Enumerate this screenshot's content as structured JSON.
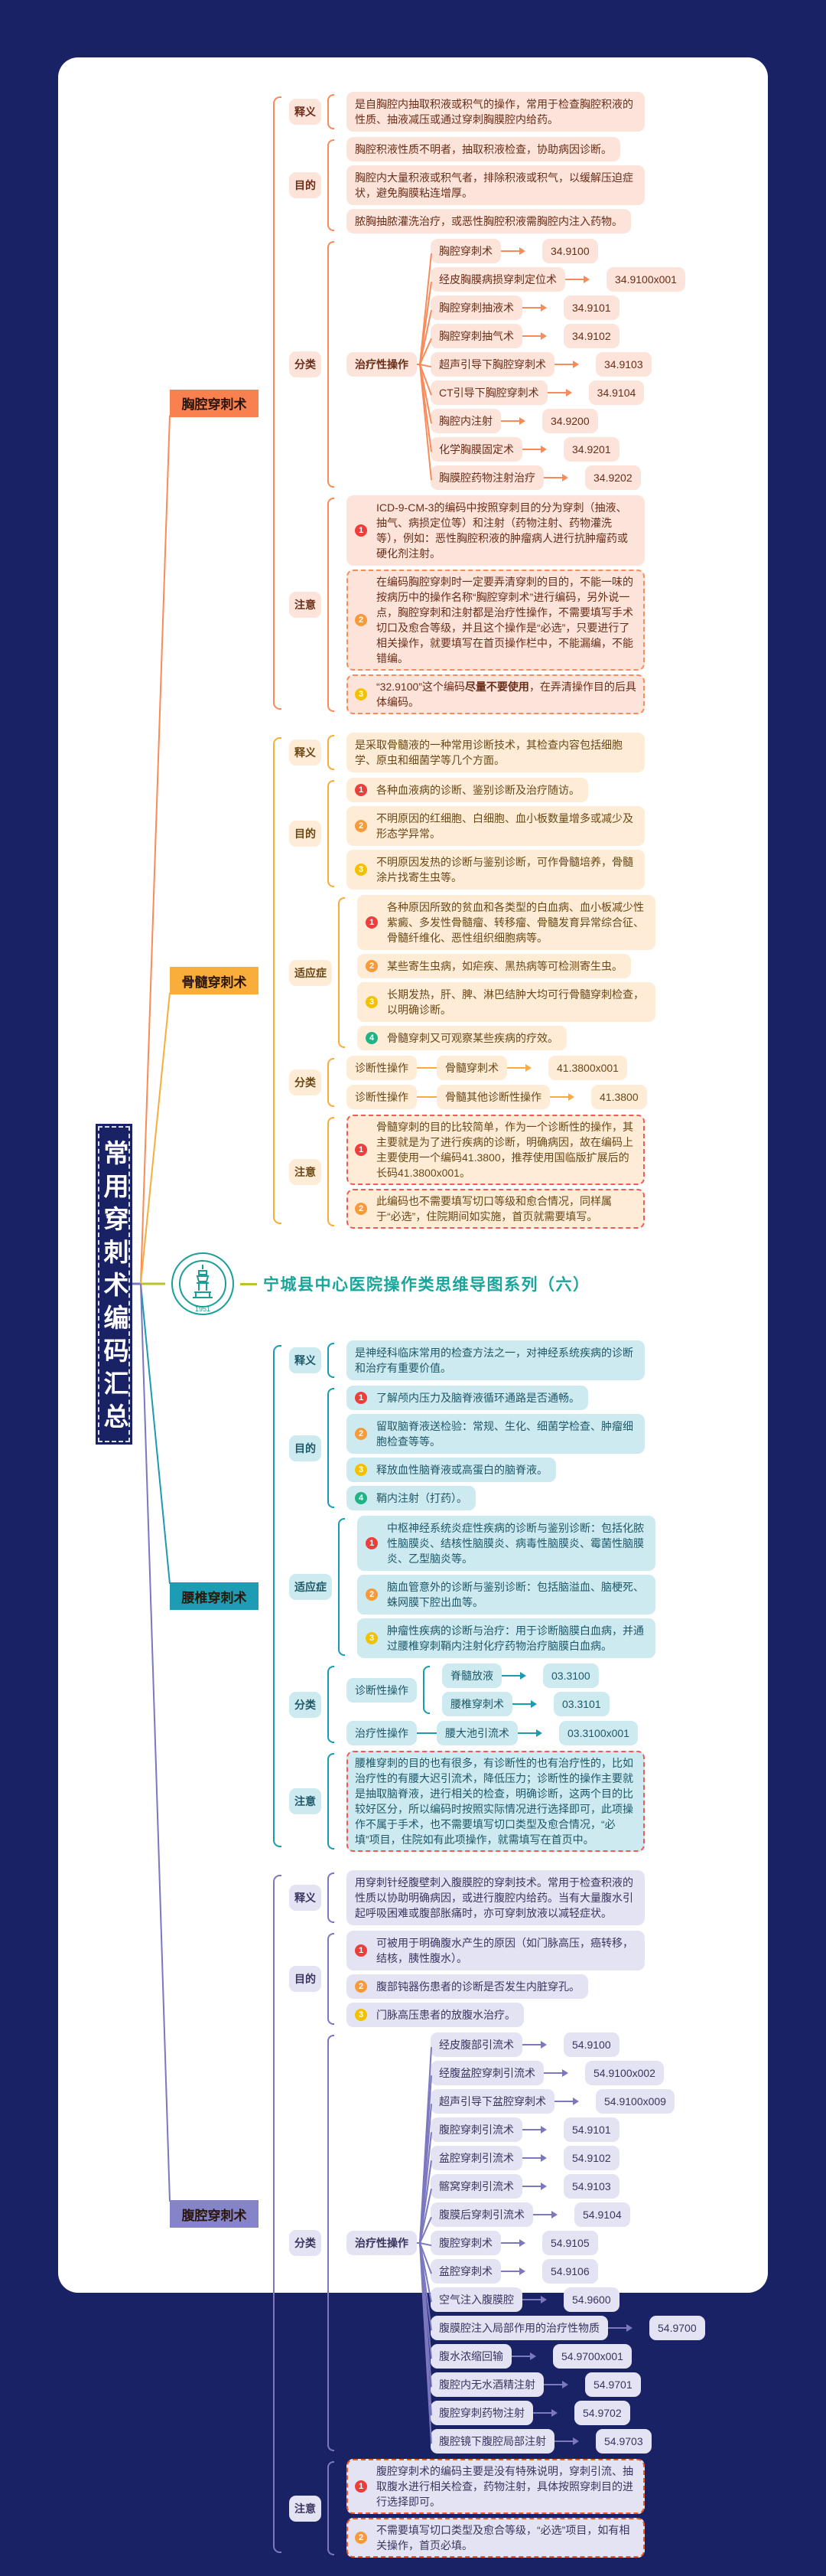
{
  "title": "常用穿刺术编码汇总",
  "series_title": "宁城县中心医院操作类思维导图系列（六）",
  "logo": {
    "year": "1951",
    "color": "#1a9e96"
  },
  "colors": {
    "background": "#1a2266",
    "card": "#ffffff",
    "logo_link": "#b8c22a"
  },
  "sections": [
    {
      "name": "胸腔穿刺术",
      "colors": {
        "line": "#f98a5a",
        "bg": "#fde4da",
        "fg": "#6a2d18",
        "branch": "#f9804f",
        "dash": "#f98a5a"
      },
      "rows": [
        {
          "label": "释义",
          "items": [
            {
              "text": "是自胸腔内抽取积液或积气的操作，常用于检查胸腔积液的性质、抽液减压或通过穿刺胸膜腔内给药。"
            }
          ]
        },
        {
          "label": "目的",
          "items": [
            {
              "text": "胸腔积液性质不明者，抽取积液检查，协助病因诊断。"
            },
            {
              "text": "胸腔内大量积液或积气者，排除积液或积气，以缓解压迫症状，避免胸膜粘连增厚。"
            },
            {
              "text": "脓胸抽脓灌洗治疗，或恶性胸腔积液需胸腔内注入药物。"
            }
          ]
        },
        {
          "label": "分类",
          "groups": [
            {
              "name": "治疗性操作",
              "items": [
                {
                  "name": "胸腔穿刺术",
                  "code": "34.9100"
                },
                {
                  "name": "经皮胸膜病损穿刺定位术",
                  "code": "34.9100x001"
                },
                {
                  "name": "胸腔穿刺抽液术",
                  "code": "34.9101"
                },
                {
                  "name": "胸腔穿刺抽气术",
                  "code": "34.9102"
                },
                {
                  "name": "超声引导下胸腔穿刺术",
                  "code": "34.9103"
                },
                {
                  "name": "CT引导下胸腔穿刺术",
                  "code": "34.9104"
                },
                {
                  "name": "胸腔内注射",
                  "code": "34.9200"
                },
                {
                  "name": "化学胸膜固定术",
                  "code": "34.9201"
                },
                {
                  "name": "胸膜腔药物注射治疗",
                  "code": "34.9202"
                }
              ]
            }
          ]
        },
        {
          "label": "注意",
          "items": [
            {
              "num": "1",
              "text": "ICD-9-CM-3的编码中按照穿刺目的分为穿刺（抽液、抽气、病损定位等）和注射（药物注射、药物灌洗等），例如：恶性胸腔积液的肿瘤病人进行抗肿瘤药或硬化剂注射。"
            },
            {
              "num": "2",
              "highlight": true,
              "text": "在编码胸腔穿刺时一定要弄清穿刺的目的，不能一味的按病历中的操作名称“胸腔穿刺术”进行编码，另外说一点，胸腔穿刺和注射都是治疗性操作，不需要填写手术切口及愈合等级，并且这个操作是“必选”，只要进行了相关操作，就要填写在首页操作栏中，不能漏编，不能错编。"
            },
            {
              "num": "3",
              "highlight": true,
              "parts": [
                "“32.9100”这个编码",
                "尽量不要使用",
                "，在弄清操作目的后具体编码。"
              ]
            }
          ]
        }
      ]
    },
    {
      "name": "骨髓穿刺术",
      "colors": {
        "line": "#f9ac3c",
        "bg": "#feecd6",
        "fg": "#6a4715",
        "branch": "#f9ad3a",
        "dash": "#f25a5a"
      },
      "rows": [
        {
          "label": "释义",
          "items": [
            {
              "text": "是采取骨髓液的一种常用诊断技术，其检查内容包括细胞学、原虫和细菌学等几个方面。"
            }
          ]
        },
        {
          "label": "目的",
          "items": [
            {
              "num": "1",
              "text": "各种血液病的诊断、鉴别诊断及治疗随访。"
            },
            {
              "num": "2",
              "text": "不明原因的红细胞、白细胞、血小板数量增多或减少及形态学异常。"
            },
            {
              "num": "3",
              "text": "不明原因发热的诊断与鉴别诊断，可作骨髓培养，骨髓涂片找寄生虫等。"
            }
          ]
        },
        {
          "label": "适应症",
          "items": [
            {
              "num": "1",
              "text": "各种原因所致的贫血和各类型的白血病、血小板减少性紫癜、多发性骨髓瘤、转移瘤、骨髓发育异常综合征、骨髓纤维化、恶性组织细胞病等。"
            },
            {
              "num": "2",
              "text": "某些寄生虫病，如疟疾、黑热病等可检测寄生虫。"
            },
            {
              "num": "3",
              "text": "长期发热，肝、脾、淋巴结肿大均可行骨髓穿刺检查，以明确诊断。"
            },
            {
              "num": "4",
              "text": "骨髓穿刺又可观察某些疾病的疗效。"
            }
          ]
        },
        {
          "label": "分类",
          "groups": [
            {
              "name": "诊断性操作",
              "items": [
                {
                  "name": "骨髓穿刺术",
                  "code": "41.3800x001"
                }
              ]
            },
            {
              "name": "诊断性操作",
              "items": [
                {
                  "name": "骨髓其他诊断性操作",
                  "code": "41.3800"
                }
              ]
            }
          ]
        },
        {
          "label": "注意",
          "items": [
            {
              "num": "1",
              "highlight": true,
              "text": "骨髓穿刺的目的比较简单，作为一个诊断性的操作，其主要就是为了进行疾病的诊断，明确病因，故在编码上主要使用一个编码41.3800，推荐使用国临版扩展后的长码41.3800x001。"
            },
            {
              "num": "2",
              "highlight": true,
              "text": "此编码也不需要填写切口等级和愈合情况，同样属于“必选”，住院期间如实施，首页就需要填写。"
            }
          ]
        }
      ]
    },
    {
      "name": "腰椎穿刺术",
      "colors": {
        "line": "#1a9bb0",
        "bg": "#cdeaf0",
        "fg": "#1d5868",
        "branch": "#1c9db3",
        "dash": "#f25a5a"
      },
      "rows": [
        {
          "label": "释义",
          "items": [
            {
              "text": "是神经科临床常用的检查方法之一，对神经系统疾病的诊断和治疗有重要价值。"
            }
          ]
        },
        {
          "label": "目的",
          "items": [
            {
              "num": "1",
              "text": "了解颅内压力及脑脊液循环通路是否通畅。"
            },
            {
              "num": "2",
              "text": "留取脑脊液送检验：常规、生化、细菌学检查、肿瘤细胞检查等等。"
            },
            {
              "num": "3",
              "text": "释放血性脑脊液或高蛋白的脑脊液。"
            },
            {
              "num": "4",
              "text": "鞘内注射（打药）。"
            }
          ]
        },
        {
          "label": "适应症",
          "items": [
            {
              "num": "1",
              "text": "中枢神经系统炎症性疾病的诊断与鉴别诊断：包括化脓性脑膜炎、结核性脑膜炎、病毒性脑膜炎、霉菌性脑膜炎、乙型脑炎等。"
            },
            {
              "num": "2",
              "text": "脑血管意外的诊断与鉴别诊断：包括脑溢血、脑梗死、蛛网膜下腔出血等。"
            },
            {
              "num": "3",
              "text": "肿瘤性疾病的诊断与治疗：用于诊断脑膜白血病，并通过腰椎穿刺鞘内注射化疗药物治疗脑膜白血病。"
            }
          ]
        },
        {
          "label": "分类",
          "groups": [
            {
              "name": "诊断性操作",
              "items": [
                {
                  "name": "脊髓放液",
                  "code": "03.3100"
                },
                {
                  "name": "腰椎穿刺术",
                  "code": "03.3101"
                }
              ]
            },
            {
              "name": "治疗性操作",
              "items": [
                {
                  "name": "腰大池引流术",
                  "code": "03.3100x001"
                }
              ]
            }
          ]
        },
        {
          "label": "注意",
          "items": [
            {
              "highlight": true,
              "text": "腰椎穿刺的目的也有很多，有诊断性的也有治疗性的，比如治疗性的有腰大迟引流术，降低压力；诊断性的操作主要就是抽取脑脊液，进行相关的检查，明确诊断，这两个目的比较好区分，所以编码时按照实际情况进行选择即可，此项操作不属于手术，也不需要填写切口类型及愈合情况，“必填”项目，住院如有此项操作，就需填写在首页中。"
            }
          ]
        }
      ]
    },
    {
      "name": "腹腔穿刺术",
      "colors": {
        "line": "#7b78c0",
        "bg": "#e4e3f3",
        "fg": "#38355e",
        "branch": "#8684c8",
        "dash": "#f45a1e"
      },
      "rows": [
        {
          "label": "释义",
          "items": [
            {
              "text": "用穿刺针经腹壁刺入腹膜腔的穿刺技术。常用于检查积液的性质以协助明确病因，或进行腹腔内给药。当有大量腹水引起呼吸困难或腹部胀痛时，亦可穿刺放液以减轻症状。"
            }
          ]
        },
        {
          "label": "目的",
          "items": [
            {
              "num": "1",
              "text": "可被用于明确腹水产生的原因（如门脉高压，癌转移，结核，胰性腹水）。"
            },
            {
              "num": "2",
              "text": "腹部钝器伤患者的诊断是否发生内脏穿孔。"
            },
            {
              "num": "3",
              "text": "门脉高压患者的放腹水治疗。"
            }
          ]
        },
        {
          "label": "分类",
          "groups": [
            {
              "name": "治疗性操作",
              "items": [
                {
                  "name": "经皮腹部引流术",
                  "code": "54.9100"
                },
                {
                  "name": "经腹盆腔穿刺引流术",
                  "code": "54.9100x002"
                },
                {
                  "name": "超声引导下盆腔穿刺术",
                  "code": "54.9100x009"
                },
                {
                  "name": "腹腔穿刺引流术",
                  "code": "54.9101"
                },
                {
                  "name": "盆腔穿刺引流术",
                  "code": "54.9102"
                },
                {
                  "name": "髂窝穿刺引流术",
                  "code": "54.9103"
                },
                {
                  "name": "腹膜后穿刺引流术",
                  "code": "54.9104"
                },
                {
                  "name": "腹腔穿刺术",
                  "code": "54.9105"
                },
                {
                  "name": "盆腔穿刺术",
                  "code": "54.9106"
                },
                {
                  "name": "空气注入腹膜腔",
                  "code": "54.9600"
                },
                {
                  "name": "腹膜腔注入局部作用的治疗性物质",
                  "code": "54.9700"
                },
                {
                  "name": "腹水浓缩回输",
                  "code": "54.9700x001"
                },
                {
                  "name": "腹腔内无水酒精注射",
                  "code": "54.9701"
                },
                {
                  "name": "腹腔穿刺药物注射",
                  "code": "54.9702"
                },
                {
                  "name": "腹腔镜下腹腔局部注射",
                  "code": "54.9703"
                }
              ]
            }
          ]
        },
        {
          "label": "注意",
          "items": [
            {
              "num": "1",
              "highlight": true,
              "text": "腹腔穿刺术的编码主要是没有特殊说明，穿刺引流、抽取腹水进行相关检查，药物注射，具体按照穿刺目的进行选择即可。"
            },
            {
              "num": "2",
              "highlight": true,
              "text": "不需要填写切口类型及愈合等级，“必选”项目，如有相关操作，首页必填。"
            }
          ]
        }
      ]
    }
  ]
}
